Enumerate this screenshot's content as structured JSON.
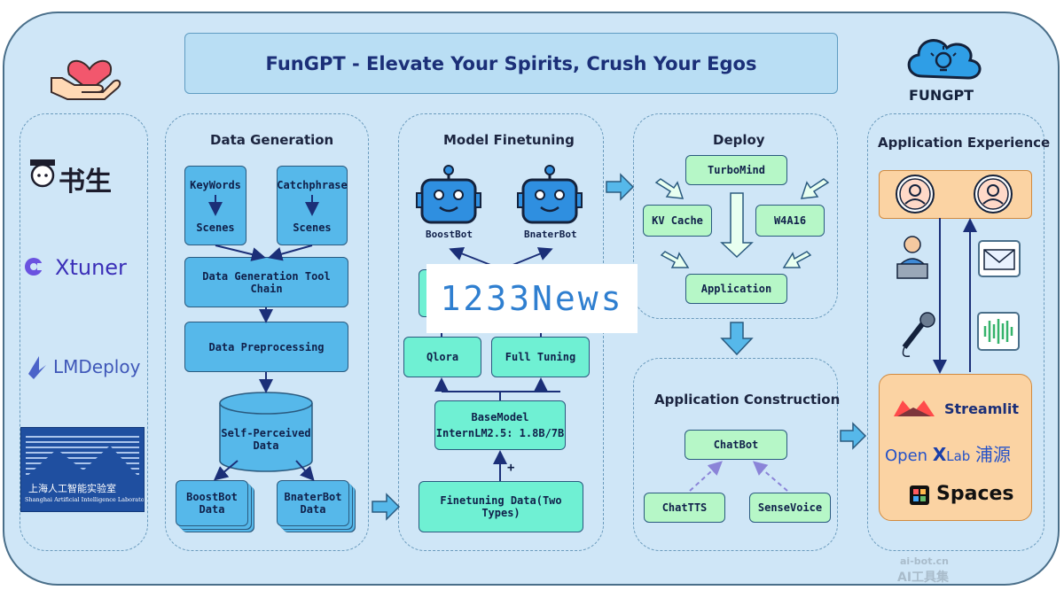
{
  "title": "FunGPT - Elevate Your Spirits, Crush Your Egos",
  "brand": {
    "name": "FUNGPT"
  },
  "sidebar": {
    "logos": [
      "书生",
      "Xtuner",
      "LMDeploy",
      "上海人工智能实验室",
      "Shanghai Artificial Intelligence Laboratory"
    ]
  },
  "data_generation": {
    "title": "Data Generation",
    "keywords": "KeyWords",
    "catchphrase": "Catchphrase",
    "scenes": "Scenes",
    "toolchain": "Data Generation Tool Chain",
    "preprocessing": "Data Preprocessing",
    "self_perceived": [
      "Self-Perceived",
      "Data"
    ],
    "boostbot_data": [
      "BoostBot",
      "Data"
    ],
    "bnaterbot_data": [
      "BnaterBot",
      "Data"
    ]
  },
  "finetuning": {
    "title": "Model Finetuning",
    "boostbot": "BoostBot",
    "bnaterbot": "BnaterBot",
    "qlora": "Qlora",
    "full": "Full Tuning",
    "basemodel": [
      "BaseModel",
      "InternLM2.5: 1.8B/7B"
    ],
    "plus": "+",
    "ft_data": "Finetuning Data(Two Types)"
  },
  "deploy": {
    "title": "Deploy",
    "turbomind": "TurboMind",
    "kvcache": "KV Cache",
    "w4a16": "W4A16",
    "application": "Application"
  },
  "construction": {
    "title": "Application Construction",
    "chatbot": "ChatBot",
    "chattts": "ChatTTS",
    "sensevoice": "SenseVoice"
  },
  "experience": {
    "title": "Application Experience",
    "streamlit": "Streamlit",
    "openxlab": {
      "open": "Open",
      "x": "X",
      "lab": "Lab",
      "cn": "浦源"
    },
    "spaces": "Spaces"
  },
  "watermarks": {
    "overlay": "1233News",
    "corner1": "ai-bot.cn",
    "corner2": "AI工具集"
  },
  "colors": {
    "outer_bg": "#cfe6f7",
    "title_bg": "#b9def4",
    "blue_box": "#56b8ea",
    "green_box": "#6ff0d3",
    "light_green_box": "#b6f7c7",
    "orange_box": "#fbd3a3",
    "text_dark": "#1b2f78"
  }
}
